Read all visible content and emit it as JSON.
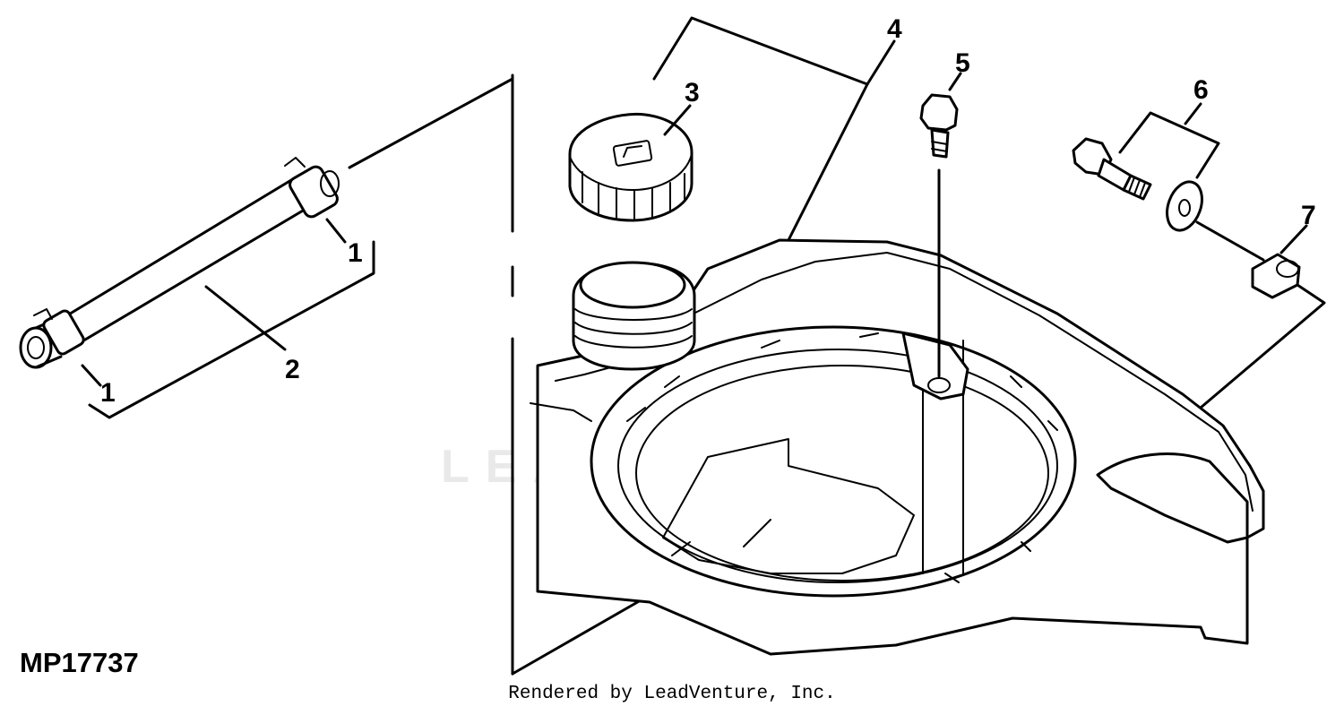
{
  "diagram": {
    "figure_id": "MP17737",
    "watermark": "LEADVENTURE",
    "credit": "Rendered by LeadVenture, Inc.",
    "callouts": {
      "c1_upper": "1",
      "c1_lower": "1",
      "c2": "2",
      "c3": "3",
      "c4": "4",
      "c5": "5",
      "c6": "6",
      "c7": "7"
    }
  }
}
